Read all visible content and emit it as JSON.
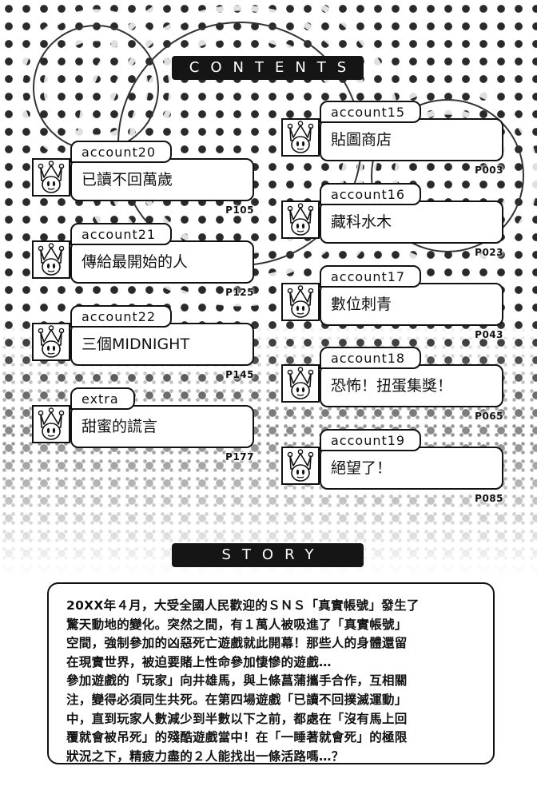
{
  "contents": {
    "heading": "CONTENTS",
    "left_column": [
      {
        "account": "account20",
        "title": "已讀不回萬歲",
        "page": "P105"
      },
      {
        "account": "account21",
        "title": "傳給最開始的人",
        "page": "P125"
      },
      {
        "account": "account22",
        "title": "三個MIDNIGHT",
        "page": "P145"
      },
      {
        "account": "extra",
        "title": "甜蜜的謊言",
        "page": "P177"
      }
    ],
    "right_column": [
      {
        "account": "account15",
        "title": "貼圖商店",
        "page": "P003"
      },
      {
        "account": "account16",
        "title": "藏科水木",
        "page": "P023"
      },
      {
        "account": "account17",
        "title": "數位刺青",
        "page": "P043"
      },
      {
        "account": "account18",
        "title": "恐怖！扭蛋集獎！",
        "page": "P065"
      },
      {
        "account": "account19",
        "title": "絕望了！",
        "page": "P085"
      }
    ],
    "avatar_icon": "crown-face-icon"
  },
  "story": {
    "heading": "STORY",
    "lines": [
      "20XX年４月，大受全國人民歡迎的ＳＮＳ「真實帳號」發生了",
      "驚天動地的變化。突然之間，有１萬人被吸進了「真實帳號」",
      "空間，強制參加的凶惡死亡遊戲就此開幕！那些人的身體還留",
      "在現實世界，被迫要賭上性命參加悽慘的遊戲…",
      "參加遊戲的「玩家」向井雄馬，與上條菖蒲攜手合作，互相關",
      "注，變得必須同生共死。在第四場遊戲「已讀不回撲滅運動」",
      "中，直到玩家人數減少到半數以下之前，都處在「沒有馬上回",
      "覆就會被吊死」的殘酷遊戲當中！在「一睡著就會死」的極限",
      "狀況之下，精疲力盡的２人能找出一條活路嗎…？"
    ]
  }
}
